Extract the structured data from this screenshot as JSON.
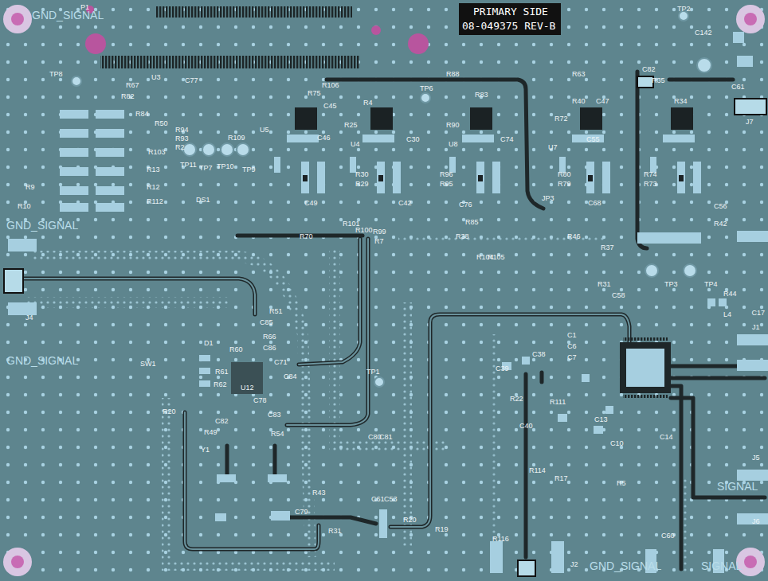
{
  "diagram": {
    "labels": [
      "GND_SIGNAL",
      "P1",
      "PRIMARY SIDE",
      "08-049375 REV-B",
      "TP2",
      "C142",
      "TP8",
      "U3",
      "R67",
      "C77",
      "R82",
      "R84",
      "R50",
      "R94",
      "R93",
      "R2",
      "R109",
      "R103",
      "R13",
      "R12",
      "R112",
      "R9",
      "R10",
      "TP11",
      "TP7",
      "TP10",
      "TP9",
      "DS1",
      "GND_SIGNAL",
      "R70",
      "R101",
      "R100",
      "R99",
      "R7",
      "U5",
      "C45",
      "R75",
      "R106",
      "C46",
      "R4",
      "R25",
      "U4",
      "C30",
      "R30",
      "R29",
      "C42",
      "C49",
      "TP6",
      "R88",
      "R83",
      "R90",
      "U8",
      "C74",
      "R96",
      "R95",
      "C76",
      "R85",
      "R38",
      "R104",
      "R105",
      "JP3",
      "R46",
      "R72",
      "U7",
      "C55",
      "R80",
      "R79",
      "C68",
      "R63",
      "R40",
      "C47",
      "C82",
      "R35",
      "R34",
      "C61",
      "J7",
      "R74",
      "R73",
      "C56",
      "R42",
      "R37",
      "R31",
      "TP3",
      "TP4",
      "C58",
      "R44",
      "C17",
      "J1",
      "L4",
      "J4",
      "R51",
      "C85",
      "R66",
      "C86",
      "D1",
      "R60",
      "C71",
      "R61",
      "U12",
      "C84",
      "R62",
      "C78",
      "SW1",
      "R20",
      "C83",
      "R49",
      "C82",
      "R54",
      "Y1",
      "GND_SIGNAL",
      "TP1",
      "C80",
      "C81",
      "R43",
      "C79",
      "R31",
      "C61",
      "C53",
      "R19",
      "R20",
      "C38",
      "C39",
      "R22",
      "C40",
      "R111",
      "C13",
      "C10",
      "R5",
      "R114",
      "R17",
      "J5",
      "J6",
      "J2",
      "GND_SIGNAL",
      "SIGNAL",
      "C14",
      "C60",
      "C1",
      "C6",
      "C7",
      "R116",
      "SIGNAL"
    ]
  }
}
